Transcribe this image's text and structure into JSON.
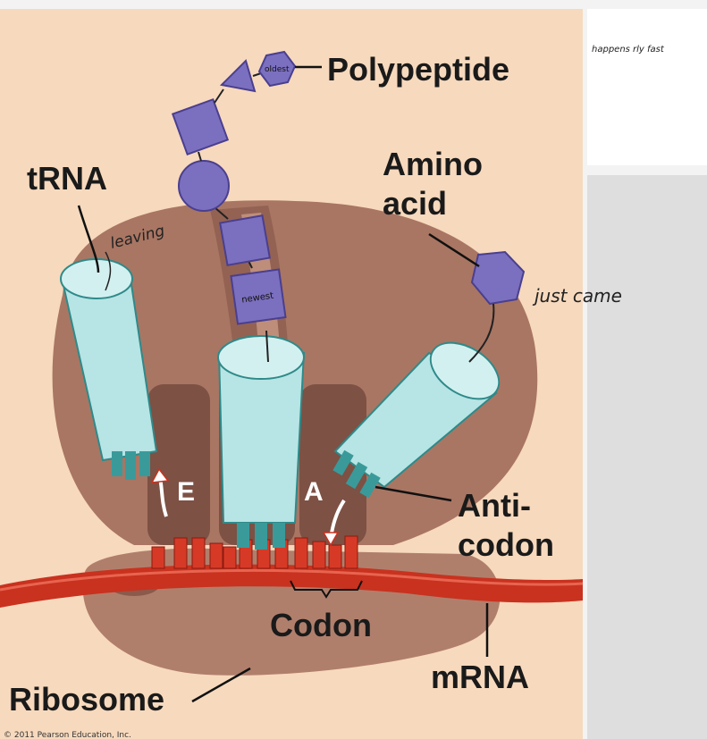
{
  "diagram": {
    "labels": {
      "polypeptide": "Polypeptide",
      "trna": "tRNA",
      "amino_acid_line1": "Amino",
      "amino_acid_line2": "acid",
      "anticodon_line1": "Anti-",
      "anticodon_line2": "codon",
      "codon": "Codon",
      "mrna": "mRNA",
      "ribosome": "Ribosome",
      "site_e": "E",
      "site_a": "A"
    },
    "annotations": {
      "oldest": "oldest",
      "newest": "newest",
      "leaving": "leaving",
      "just_came": "just came"
    },
    "copyright": "© 2011 Pearson Education, Inc."
  },
  "side_note": {
    "text": "happens rly fast"
  },
  "colors": {
    "background_panel": "#f7d9bd",
    "ribosome": "#a97663",
    "ribosome_dark": "#7d5144",
    "trna": "#b7e4e4",
    "trna_stroke": "#2e8a8a",
    "anticodon": "#3a9a9a",
    "amino_acid": "#7b6fbf",
    "mrna": "#c8321f",
    "arrow_red": "#c8321f"
  }
}
